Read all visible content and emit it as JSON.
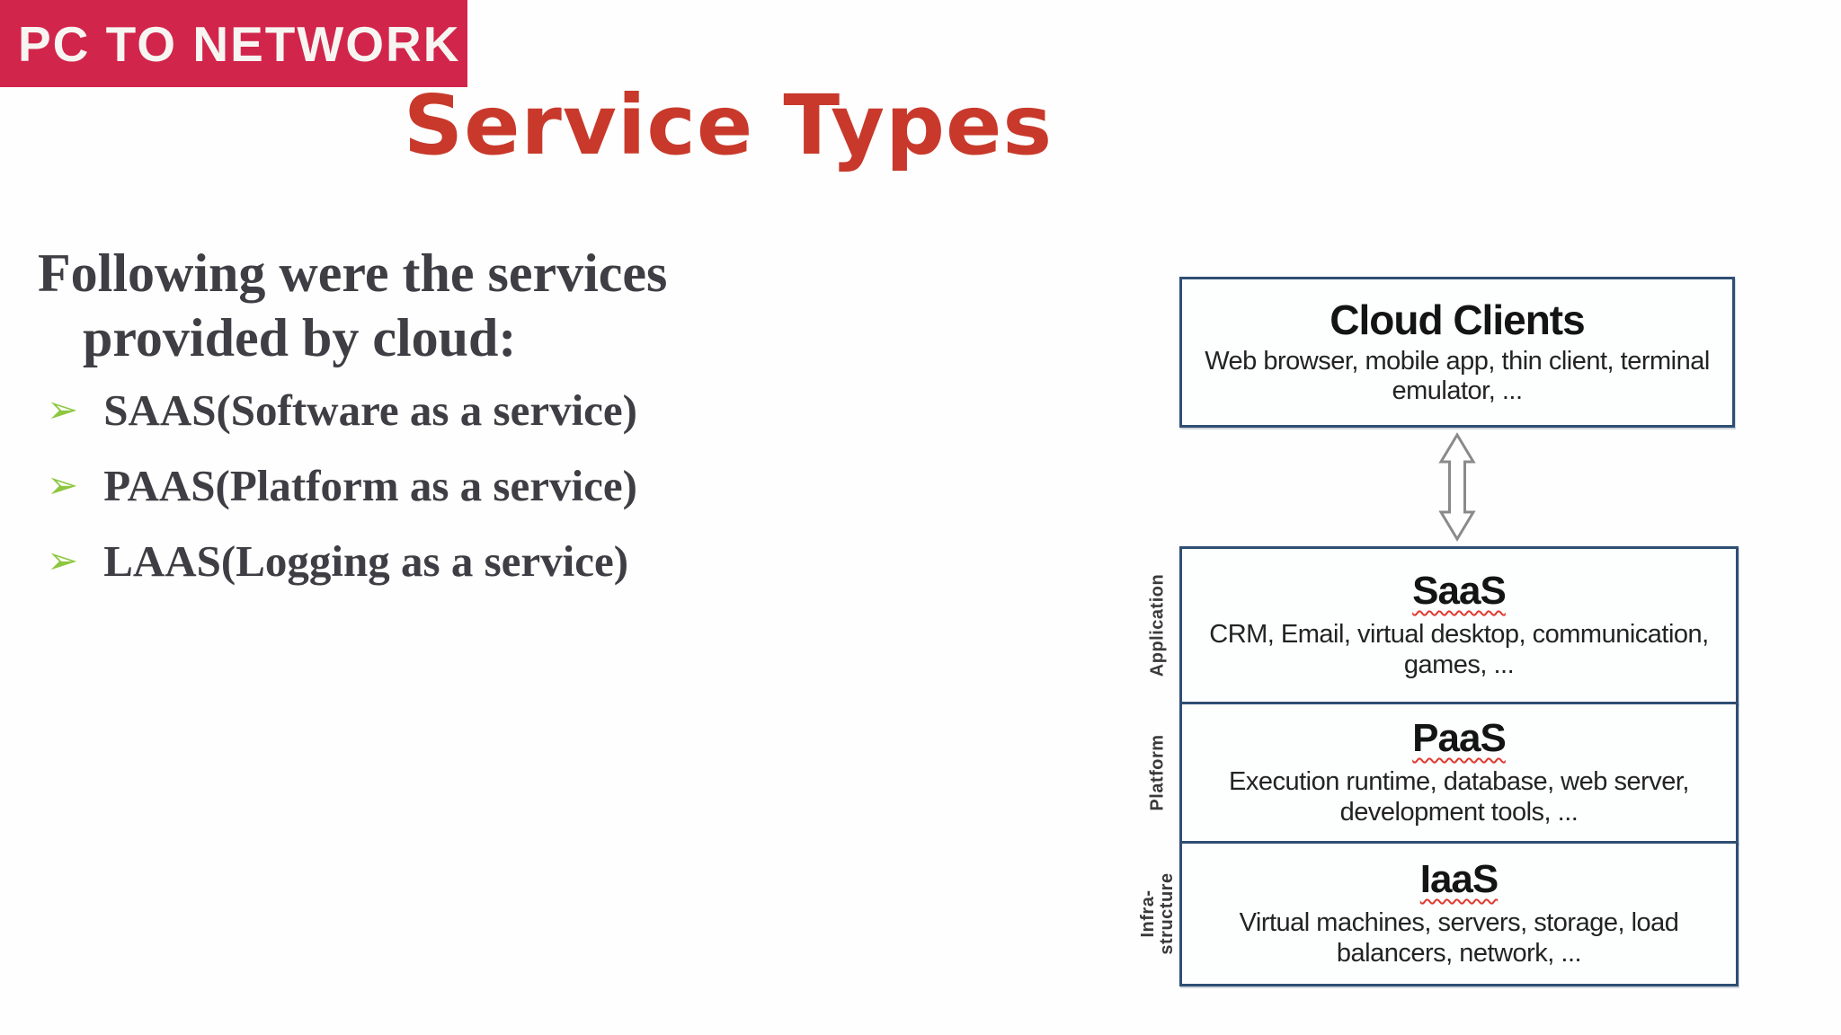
{
  "banner": {
    "label": "PC TO NETWORK",
    "bg_color": "#D2254B"
  },
  "title": {
    "text": "Service Types",
    "color": "#C8392B"
  },
  "content": {
    "heading_line1": "Following were the services",
    "heading_line2": "provided by cloud:",
    "bullet_glyph": "➢",
    "bullet_color": "#8DC63F",
    "bullets": [
      {
        "label": "SAAS(Software as a service)"
      },
      {
        "label": "PAAS(Platform as a service)"
      },
      {
        "label": "LAAS(Logging as a service)"
      }
    ]
  },
  "diagram": {
    "border_color": "#2F4E74",
    "squiggle_color": "#E0392F",
    "client_box": {
      "title": "Cloud Clients",
      "desc": "Web browser, mobile app, thin client, terminal emulator, ..."
    },
    "arrow_icon": "double-vertical-arrow",
    "layers": [
      {
        "side_label": "Application",
        "title": "SaaS",
        "desc": "CRM, Email, virtual desktop, communication, games, ..."
      },
      {
        "side_label": "Platform",
        "title": "PaaS",
        "desc": "Execution runtime, database, web server, development tools, ..."
      },
      {
        "side_label": "Infra-structure",
        "title": "IaaS",
        "desc": "Virtual machines, servers, storage, load balancers, network, ..."
      }
    ]
  }
}
